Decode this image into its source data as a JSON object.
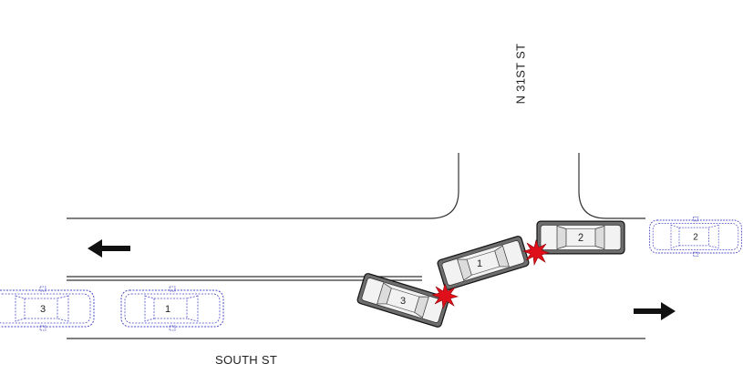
{
  "streets": {
    "south": "SOUTH ST",
    "n31": "N 31ST ST"
  },
  "vehicles": {
    "pre_3": "3",
    "pre_1": "1",
    "pre_2": "2",
    "crash_1": "1",
    "crash_2": "2",
    "crash_3": "3"
  },
  "colors": {
    "road_line": "#333333",
    "ghost_car": "#4a4ac8",
    "impact": "#e0101a",
    "arrow": "#111111"
  },
  "icons": {
    "westbound": "arrow-left-icon",
    "eastbound": "arrow-right-icon",
    "impact": "impact-starburst-icon"
  }
}
